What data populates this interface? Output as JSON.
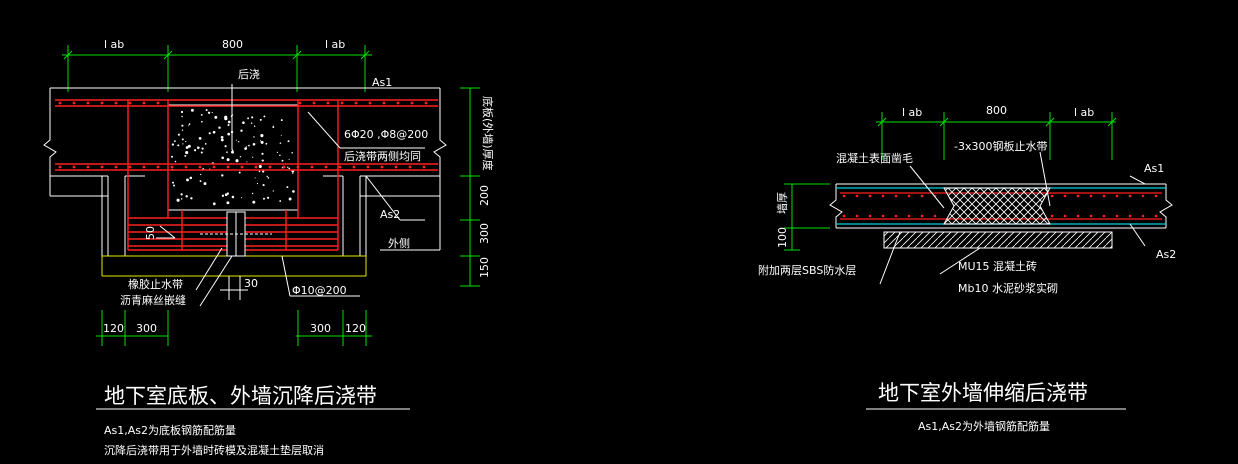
{
  "left": {
    "dims_top": [
      "l ab",
      "800",
      "l ab"
    ],
    "label_houjiao": "后浇",
    "label_as1": "As1",
    "label_rebar": "6Φ20 ,Φ8@200",
    "label_both_sides": "后浇带两侧均同",
    "label_as2": "As2",
    "label_outside": "外侧",
    "label_rubber": "橡胶止水带",
    "label_asphalt": "沥青麻丝嵌缝",
    "label_stirrup": "Φ10@200",
    "label_50": "50",
    "label_30": "30",
    "right_dim_vertical": "底板(外墙)厚度",
    "right_dims": [
      "200",
      "300",
      "150"
    ],
    "bottom_dims_left": [
      "120",
      "300"
    ],
    "bottom_dims_right": [
      "300",
      "120"
    ],
    "title": "地下室底板、外墙沉降后浇带",
    "note1": "As1,As2为底板钢筋配筋量",
    "note2": "沉降后浇带用于外墙时砖模及混凝土垫层取消"
  },
  "right": {
    "dims_top": [
      "l ab",
      "800",
      "l ab"
    ],
    "label_waterstop": "-3x300钢板止水带",
    "label_rough": "混凝土表面凿毛",
    "label_as1": "As1",
    "label_as2": "As2",
    "label_wall": "墙厚",
    "label_100": "100",
    "label_sbs": "附加两层SBS防水层",
    "label_mu15": "MU15 混凝土砖",
    "label_mb10": "Mb10 水泥砂浆实砌",
    "title": "地下室外墙伸缩后浇带",
    "note1": "As1,As2为外墙钢筋配筋量"
  }
}
